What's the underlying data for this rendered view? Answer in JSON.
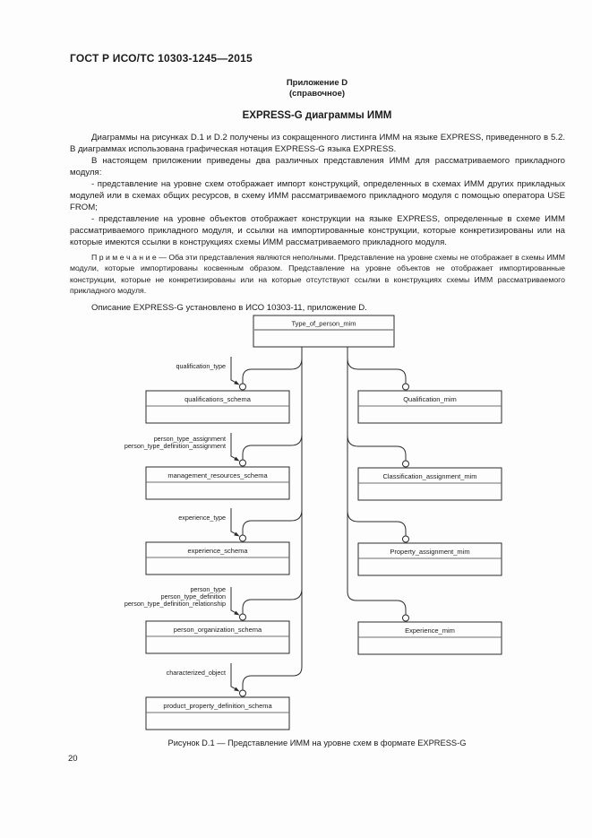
{
  "page": {
    "header": "ГОСТ Р ИСО/ТС 10303-1245—2015",
    "page_number": "20"
  },
  "appendix": {
    "title_line1": "Приложение D",
    "title_line2": "(справочное)",
    "heading": "EXPRESS-G диаграммы ИММ"
  },
  "paragraphs": {
    "p1": "Диаграммы на рисунках D.1 и D.2 получены из сокращенного листинга ИММ на языке EXPRESS, приведенного в 5.2. В диаграммах использована графическая нотация EXPRESS-G языка EXPRESS.",
    "p2": "В настоящем приложении приведены два различных представления ИММ для рассматриваемого прикладного модуля:",
    "p3": "- представление на уровне схем отображает импорт конструкций, определенных в схемах ИММ других прикладных модулей или в схемах общих ресурсов, в схему ИММ рассматриваемого прикладного модуля с помощью оператора USE FROM;",
    "p4": "- представление на уровне объектов отображает конструкции на языке EXPRESS, определенные в схеме ИММ рассматриваемого прикладного модуля, и ссылки на импортированные конструкции, которые конкретизированы или на которые имеются ссылки в конструкциях схемы ИММ рассматриваемого прикладного модуля.",
    "note": "П р и м е ч а н и е — Оба эти представления являются неполными. Представление на уровне схемы не отображает в схемы ИММ модули, которые импортированы косвенным образом. Представление на уровне объектов не отображает импортированные конструкции, которые не конкретизированы или на которые отсутствуют ссылки в конструкциях схемы ИММ рассматриваемого прикладного модуля.",
    "p6": "Описание EXPRESS-G установлено в ИСО 10303-11, приложение D."
  },
  "figure": {
    "caption": "Рисунок D.1 — Представление ИММ на уровне схем в формате EXPRESS-G"
  },
  "diagram": {
    "root": "Type_of_person_mim",
    "left_nodes": [
      {
        "label": "qualifications_schema",
        "attrs": [
          "qualification_type"
        ]
      },
      {
        "label": "management_resources_schema",
        "attrs": [
          "person_type_assignment",
          "person_type_definition_assignment"
        ]
      },
      {
        "label": "experience_schema",
        "attrs": [
          "experience_type"
        ]
      },
      {
        "label": "person_organization_schema",
        "attrs": [
          "person_type",
          "person_type_definition",
          "person_type_definition_relationship"
        ]
      },
      {
        "label": "product_property_definition_schema",
        "attrs": [
          "characterized_object"
        ]
      }
    ],
    "right_nodes": [
      {
        "label": "Qualification_mim"
      },
      {
        "label": "Classification_assignment_mim"
      },
      {
        "label": "Property_assignment_mim"
      },
      {
        "label": "Experience_mim"
      }
    ]
  },
  "colors": {
    "ink": "#1c1c1c",
    "line": "#2b2b2b",
    "divider": "#8c8c8c",
    "page_bg": "#fdfdfd"
  }
}
